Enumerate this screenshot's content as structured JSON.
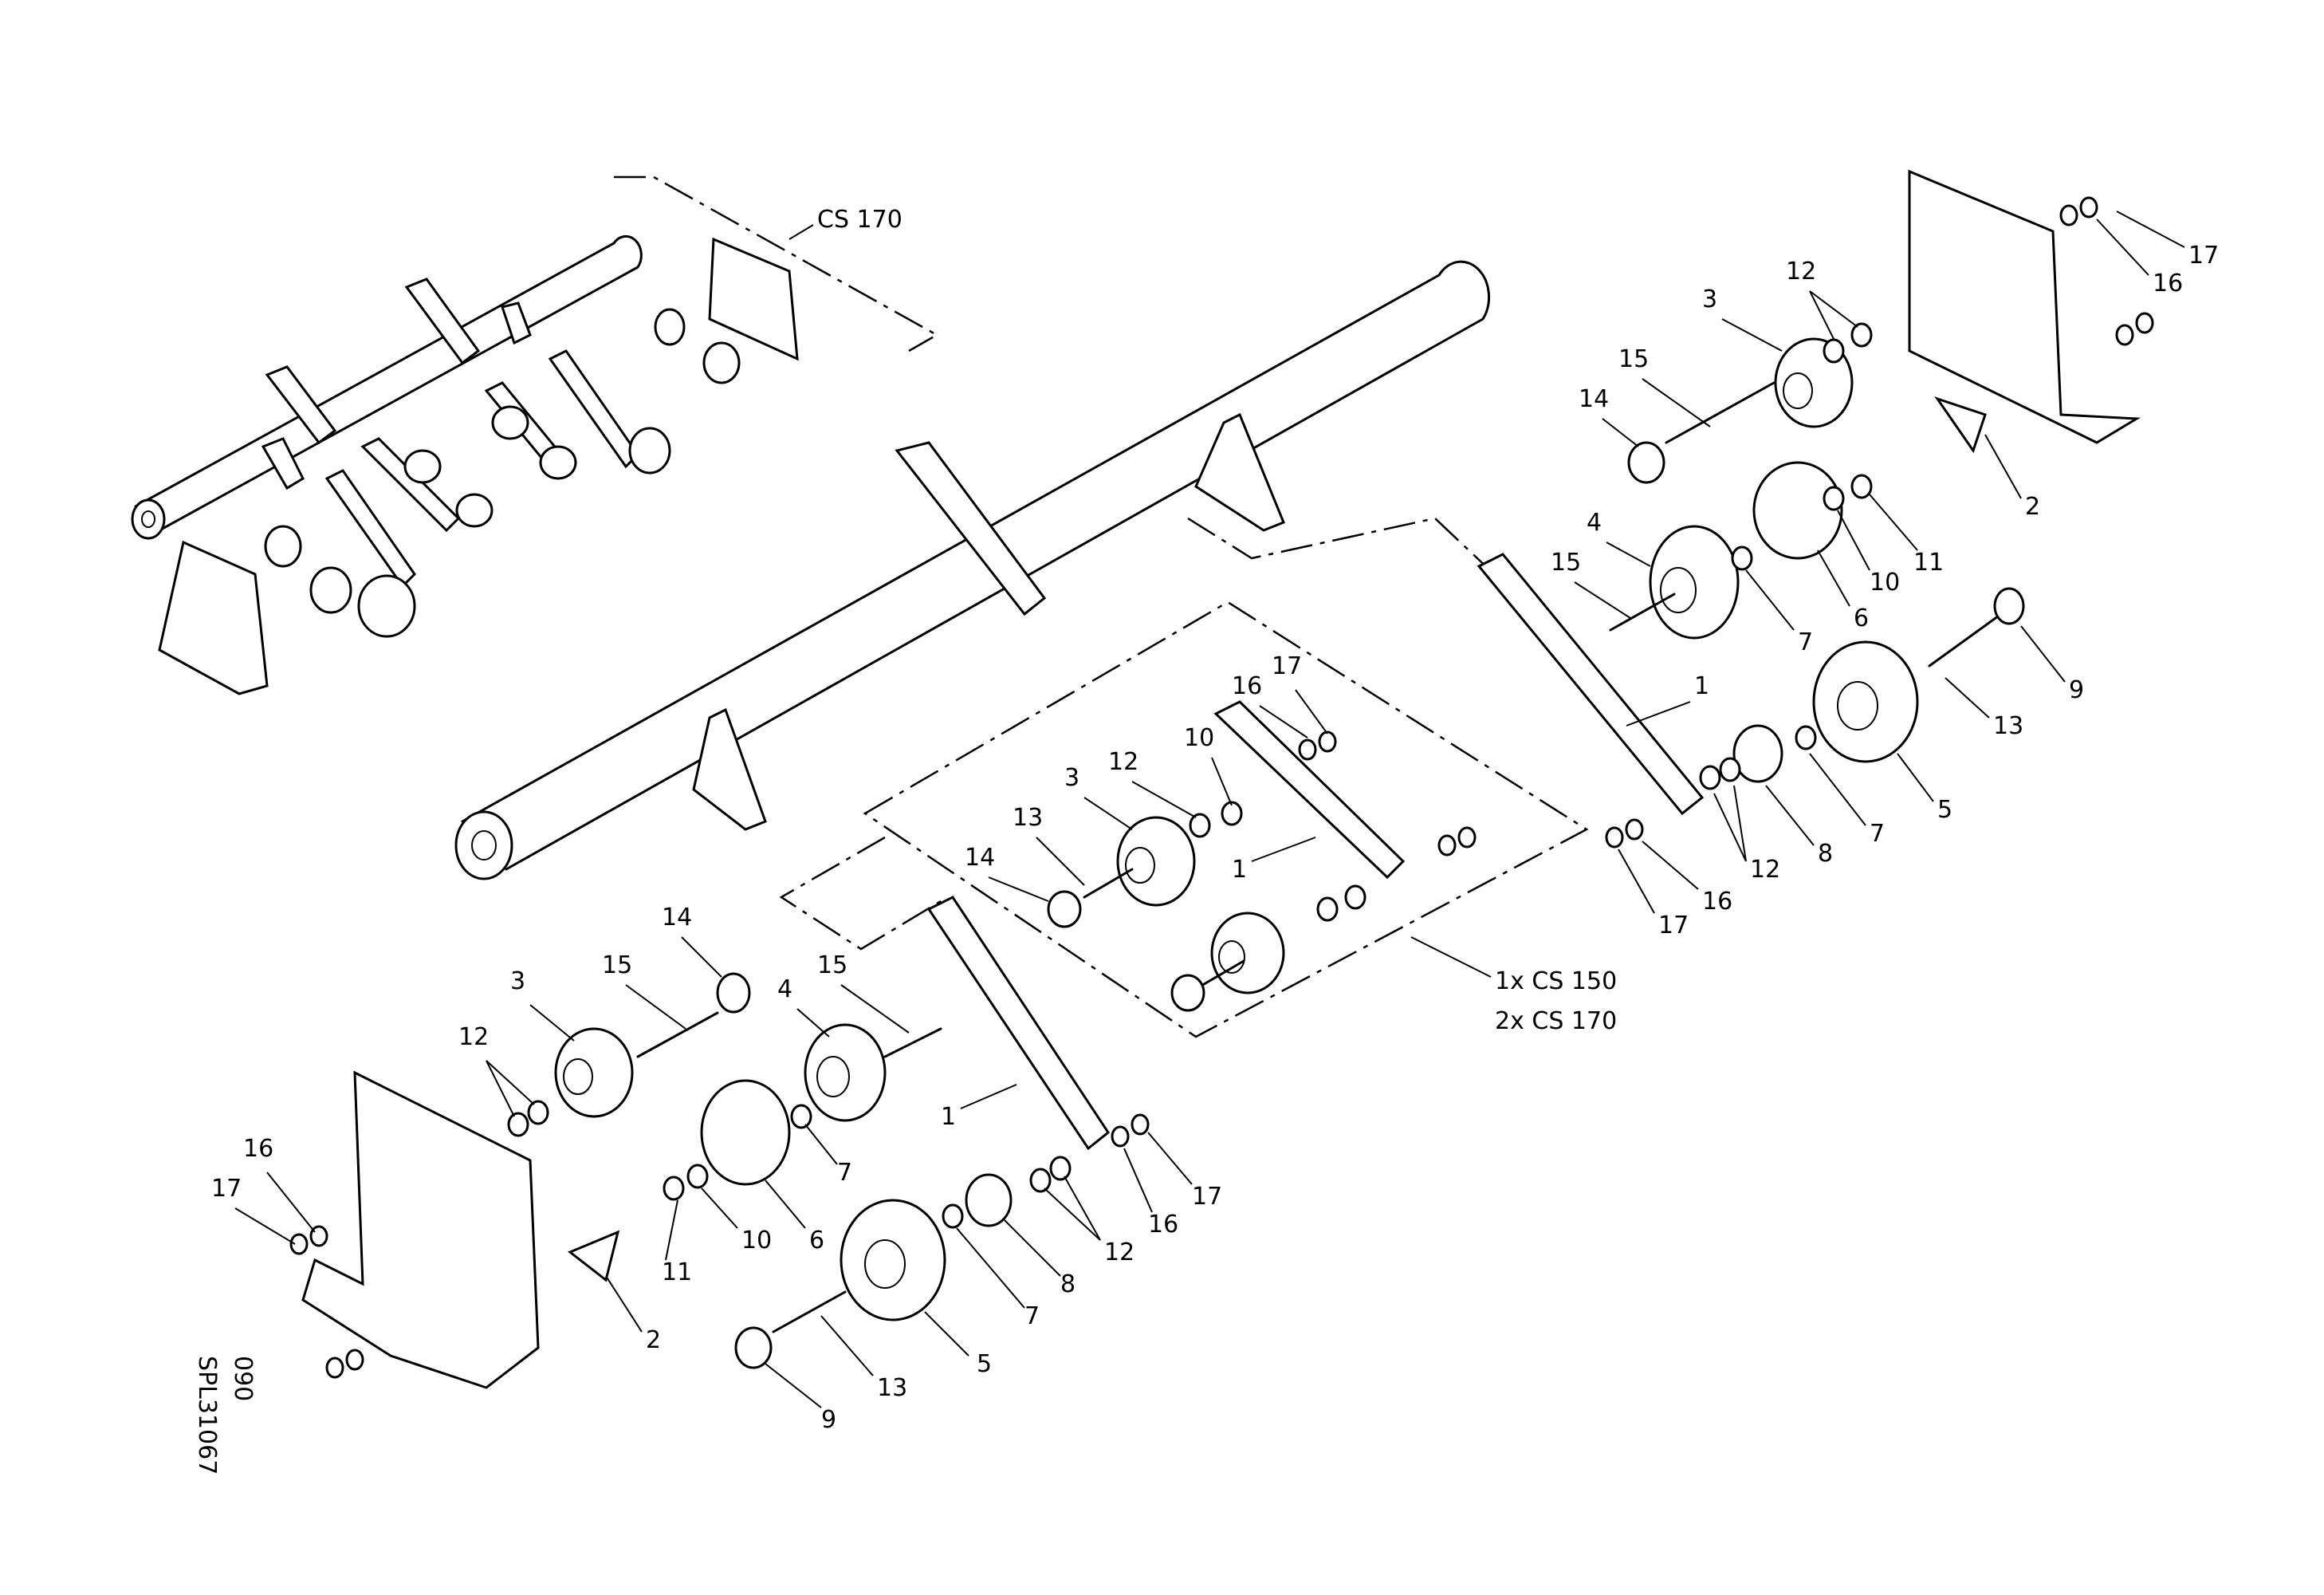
{
  "variant_labels": {
    "top": "CS 170",
    "middle_line1": "1x CS 150",
    "middle_line2": "2x CS 170"
  },
  "drawing_code": {
    "line1": "SPL31067",
    "line2": "090"
  },
  "callouts": {
    "c1a": "1",
    "c1b": "1",
    "c1c": "1",
    "c2a": "2",
    "c2b": "2",
    "c3a": "3",
    "c3b": "3",
    "c3c": "3",
    "c4a": "4",
    "c4b": "4",
    "c5a": "5",
    "c5b": "5",
    "c6a": "6",
    "c6b": "6",
    "c7a": "7",
    "c7b": "7",
    "c7c": "7",
    "c7d": "7",
    "c8a": "8",
    "c8b": "8",
    "c9a": "9",
    "c9b": "9",
    "c10a": "10",
    "c10b": "10",
    "c10c": "10",
    "c11a": "11",
    "c11b": "11",
    "c12a": "12",
    "c12b": "12",
    "c12c": "12",
    "c12d": "12",
    "c12e": "12",
    "c13a": "13",
    "c13b": "13",
    "c13c": "13",
    "c14a": "14",
    "c14b": "14",
    "c14c": "14",
    "c15a": "15",
    "c15b": "15",
    "c15c": "15",
    "c15d": "15",
    "c16a": "16",
    "c16b": "16",
    "c16c": "16",
    "c16d": "16",
    "c16e": "16",
    "c17a": "17",
    "c17b": "17",
    "c17c": "17",
    "c17d": "17",
    "c17e": "17"
  }
}
